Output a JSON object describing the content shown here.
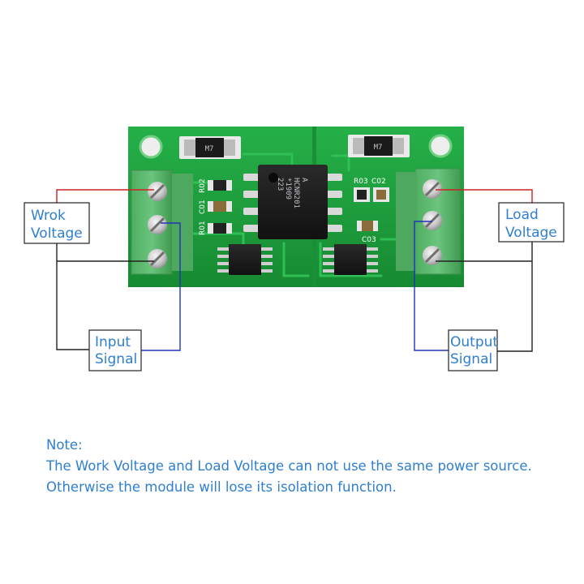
{
  "labels": {
    "work_voltage": [
      "Wrok",
      "Voltage"
    ],
    "load_voltage": [
      "Load",
      "Voltage"
    ],
    "input_signal": [
      "Input",
      "Signal"
    ],
    "output_signal": [
      "Output",
      "Signal"
    ]
  },
  "board": {
    "optocoupler_marking": [
      "A",
      "HCNR201",
      "*1909",
      "223"
    ],
    "silkscreen": {
      "r02": "R02",
      "c01": "C01",
      "r01": "R01",
      "r03": "R03",
      "c02": "C02",
      "c03": "C03",
      "m7_left": "M7",
      "m7_right": "M7"
    }
  },
  "note": {
    "heading": "Note:",
    "line1": "The Work Voltage and Load Voltage can not use the same power source.",
    "line2": "Otherwise the module will lose its isolation function."
  },
  "colors": {
    "label_text": "#2f7fd0",
    "pcb_green": "#1e9e3c",
    "terminal_green": "#55b968",
    "wire_red": "#cc2222",
    "wire_blue": "#2233bb",
    "wire_black": "#222222"
  }
}
